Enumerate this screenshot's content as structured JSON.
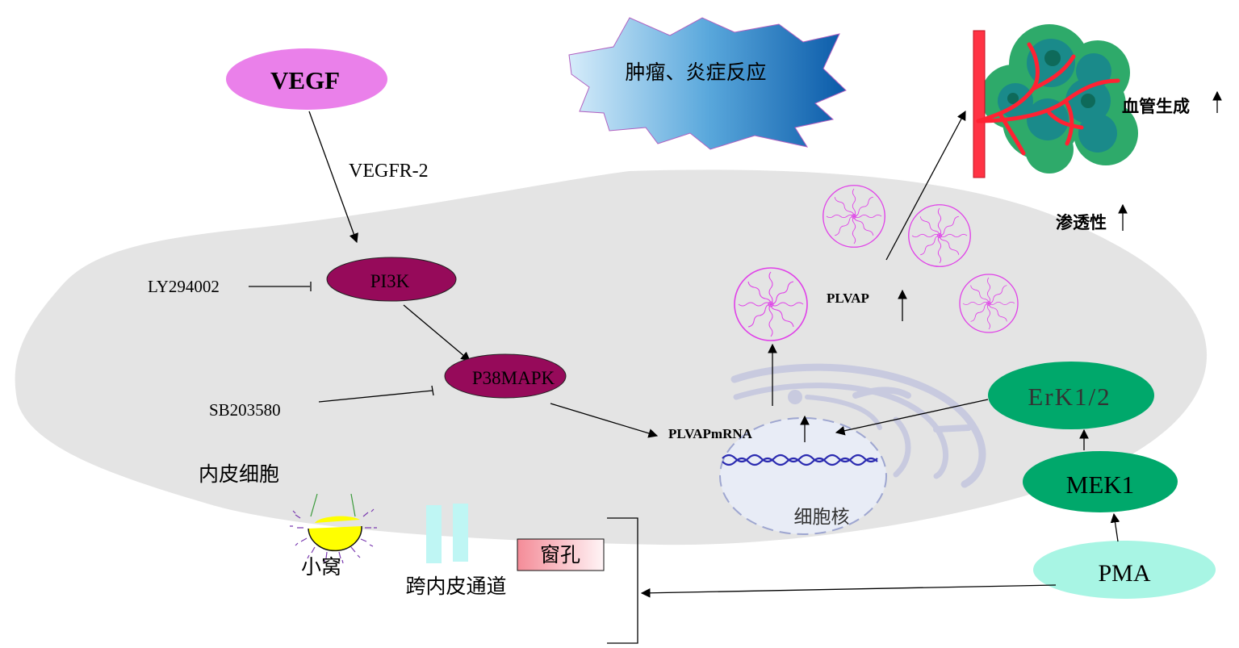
{
  "nodes": {
    "vegf": "VEGF",
    "vegfr2": "VEGFR-2",
    "pi3k": "PI3K",
    "p38mapk": "P38MAPK",
    "ly294002": "LY294002",
    "sb203580": "SB203580",
    "plvap_mrna": "PLVAPmRNA",
    "plvap": "PLVAP",
    "erk": "ErK1/2",
    "mek1": "MEK1",
    "pma": "PMA"
  },
  "labels": {
    "tumor_inflammation": "肿瘤、炎症反应",
    "angiogenesis": "血管生成",
    "permeability": "渗透性",
    "endothelial_cell": "内皮细胞",
    "nucleus": "细胞核",
    "caveolae": "小窝",
    "transendothelial_channel": "跨内皮通道",
    "fenestra": "窗孔",
    "up_arrow": "↑"
  },
  "colors": {
    "cell": "#e4e4e4",
    "vegf": "#ea80ea",
    "pi3k": "#960a5a",
    "mek": "#00a86b",
    "pma": "#a8f5e4",
    "plvap_particle": "#e040e8",
    "vessel": "#ff3344",
    "tumor_outer": "#2eaa6a",
    "tumor_inner": "#1a8a8a",
    "channel": "#bff6f4",
    "fenestra_box": "#f9c2c8",
    "nucleus": "#e8ecf6",
    "dna": "#2a2ab0"
  },
  "icons": [
    "up-arrow-icon",
    "inhibition-bar-icon",
    "dna-helix-icon",
    "blood-vessel-icon"
  ]
}
